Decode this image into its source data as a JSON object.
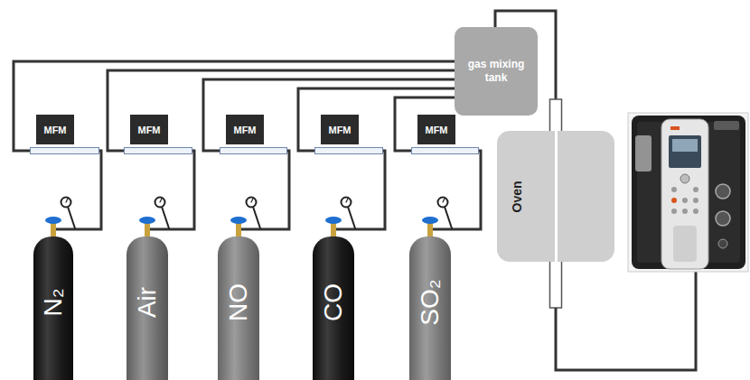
{
  "diagram": {
    "nodes": [
      {
        "text": [
          "gas mixing tank"
        ]
      },
      {
        "text": [
          "MFM"
        ]
      },
      {
        "text": [
          "MFM"
        ]
      },
      {
        "text": [
          "MFM"
        ]
      },
      {
        "text": [
          "MFM"
        ]
      },
      {
        "text": [
          "MFM"
        ]
      },
      {
        "text": [
          "Oven"
        ]
      },
      {
        "text": [
          "N₂"
        ]
      },
      {
        "text": [
          "Air"
        ]
      },
      {
        "text": [
          "NO"
        ]
      },
      {
        "text": [
          "CO"
        ]
      },
      {
        "text": [
          "SO₂"
        ]
      }
    ],
    "edges": [
      {
        "from": 7,
        "to": 1,
        "arrow": "none"
      },
      {
        "from": 8,
        "to": 2,
        "arrow": "none"
      },
      {
        "from": 9,
        "to": 3,
        "arrow": "none"
      },
      {
        "from": 10,
        "to": 4,
        "arrow": "none"
      },
      {
        "from": 11,
        "to": 5,
        "arrow": "none"
      },
      {
        "from": 1,
        "to": 0,
        "arrow": "none"
      },
      {
        "from": 2,
        "to": 0,
        "arrow": "none"
      },
      {
        "from": 3,
        "to": 0,
        "arrow": "none"
      },
      {
        "from": 4,
        "to": 0,
        "arrow": "none"
      },
      {
        "from": 5,
        "to": 0,
        "arrow": "none"
      },
      {
        "from": 0,
        "to": 6,
        "arrow": "none"
      }
    ]
  }
}
